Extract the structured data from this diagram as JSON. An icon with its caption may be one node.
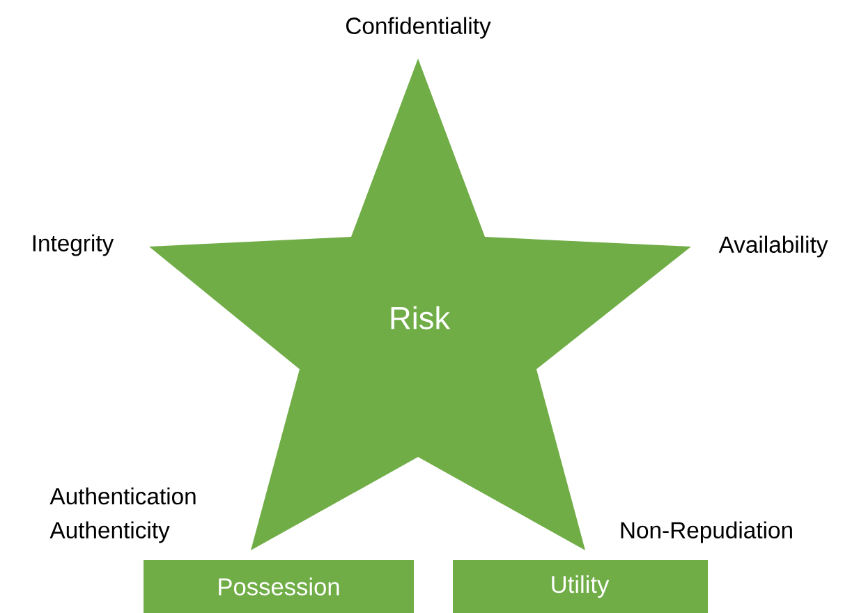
{
  "diagram": {
    "nodes": [
      {
        "text": [
          "Risk"
        ]
      },
      {
        "text": [
          "Possession"
        ]
      },
      {
        "text": [
          "Utility"
        ]
      }
    ],
    "edges": [],
    "labels": [
      "Confidentiality",
      "Integrity",
      "Availability",
      "Authentication",
      "Authenticity",
      "Non-Repudiation"
    ]
  }
}
